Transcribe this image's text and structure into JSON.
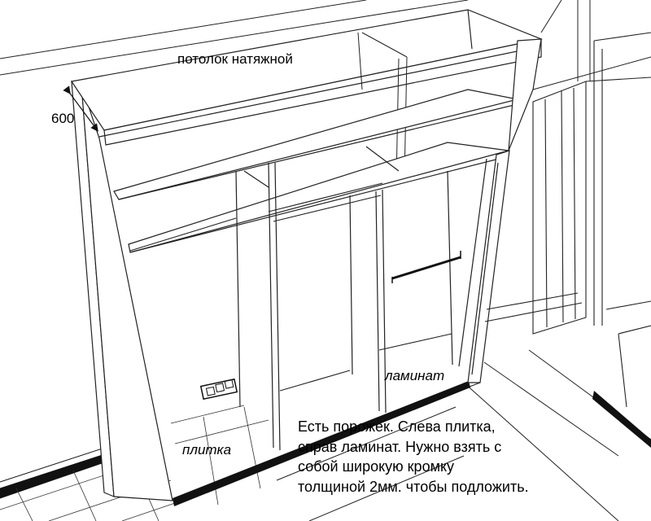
{
  "labels": {
    "ceiling": "потолок натяжной",
    "depth": "600",
    "laminate": "ламинат",
    "tile": "плитка"
  },
  "note": {
    "lines": [
      "Есть порожек. Слева плитка,",
      "справ ламинат. Нужно взять с",
      "собой широкую кромку",
      "толщиной 2мм. чтобы подложить."
    ]
  },
  "colors": {
    "line": "#222222",
    "strip": "#111111"
  }
}
